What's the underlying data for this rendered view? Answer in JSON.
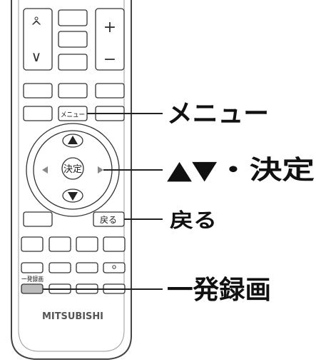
{
  "remote": {
    "channel_up_symbol": "^",
    "channel_down_symbol": "∨",
    "volume_up_symbol": "+",
    "volume_down_symbol": "−",
    "menu_button_label": "メニュー",
    "enter_button_label": "決定",
    "back_button_label": "戻る",
    "one_touch_record_small_label": "一発録画",
    "small_button_symbol": "○",
    "brand_label": "MITSUBISHI"
  },
  "callouts": {
    "menu": "メニュー",
    "nav_enter": "▲▼・決定",
    "back": "戻る",
    "one_touch_record": "一発録画"
  }
}
